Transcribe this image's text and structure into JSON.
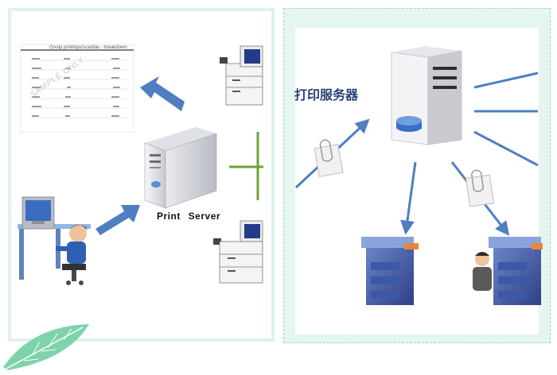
{
  "left_panel": {
    "server_label": "Print   Server",
    "report": {
      "title": "Grvup printlops/scanfax - breakdown",
      "watermark": "SAMPLE ONLY"
    }
  },
  "right_panel": {
    "server_label": "打印服务器"
  },
  "colors": {
    "arrow_blue": "#4f7fc1",
    "line_green": "#6ea23a",
    "panel_border": "#dff3ea",
    "right_bg": "#e4f6ee",
    "cn_text": "#2a3f7a"
  },
  "icons": [
    "report-sheet-icon",
    "server-tower-icon",
    "copier-icon",
    "user-at-computer-icon",
    "document-clip-icon",
    "person-icon",
    "leaf-icon"
  ]
}
